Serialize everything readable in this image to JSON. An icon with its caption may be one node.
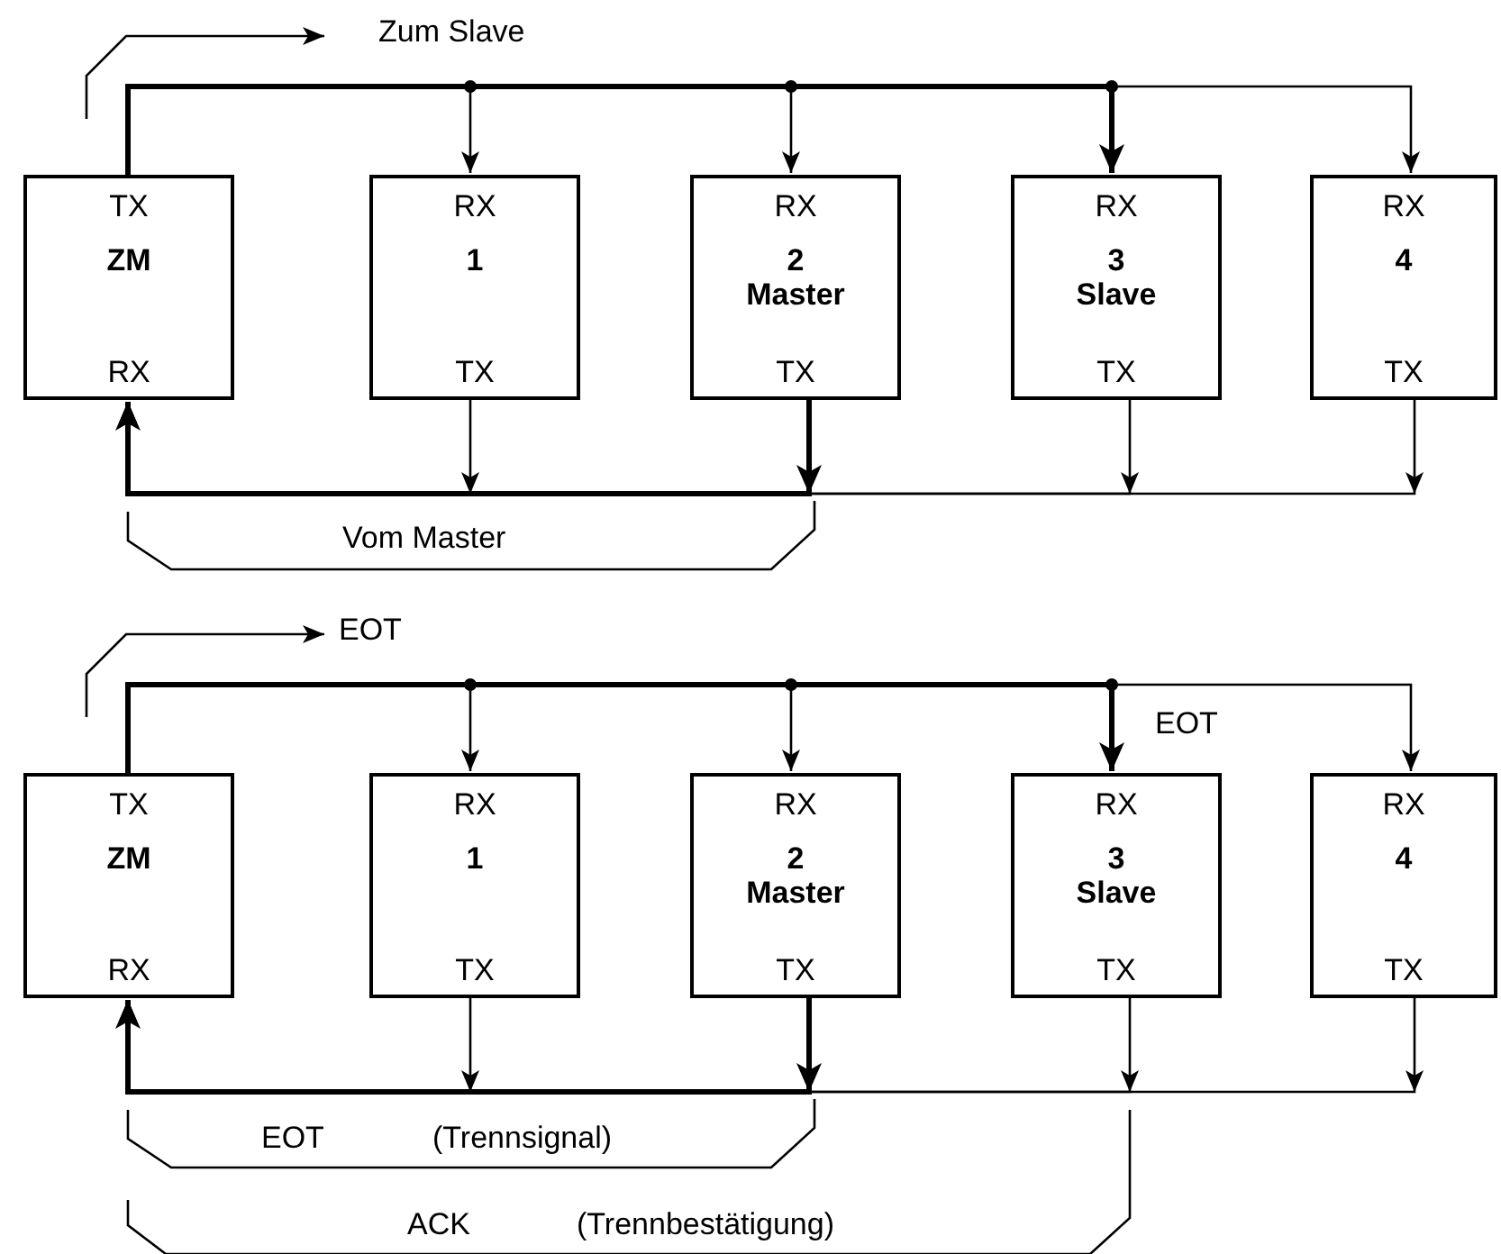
{
  "diagram": {
    "nodes": [
      {
        "text": [
          "TX",
          "ZM",
          "RX"
        ]
      },
      {
        "text": [
          "RX",
          "1",
          "TX"
        ]
      },
      {
        "text": [
          "RX",
          "2 Master",
          "TX"
        ]
      },
      {
        "text": [
          "RX",
          "3 Slave",
          "TX"
        ]
      },
      {
        "text": [
          "RX",
          "4",
          "TX"
        ]
      },
      {
        "text": [
          "TX",
          "ZM",
          "RX"
        ]
      },
      {
        "text": [
          "RX",
          "1",
          "TX"
        ]
      },
      {
        "text": [
          "RX",
          "2 Master",
          "TX"
        ]
      },
      {
        "text": [
          "RX",
          "3 Slave",
          "TX"
        ]
      },
      {
        "text": [
          "RX",
          "4",
          "TX"
        ]
      }
    ],
    "edges": [
      {
        "from": 0,
        "to": 1,
        "arrow": "to"
      },
      {
        "from": 0,
        "to": 2,
        "arrow": "to"
      },
      {
        "from": 0,
        "to": 3,
        "arrow": "to",
        "style": "thick"
      },
      {
        "from": 0,
        "to": 4,
        "arrow": "to"
      },
      {
        "from": 1,
        "to": 0,
        "arrow": "to"
      },
      {
        "from": 2,
        "to": 0,
        "arrow": "to",
        "style": "thick"
      },
      {
        "from": 3,
        "to": 0,
        "arrow": "to"
      },
      {
        "from": 4,
        "to": 0,
        "arrow": "to"
      },
      {
        "from": 5,
        "to": 6,
        "arrow": "to"
      },
      {
        "from": 5,
        "to": 7,
        "arrow": "to"
      },
      {
        "from": 5,
        "to": 8,
        "arrow": "to",
        "style": "thick",
        "label": "EOT"
      },
      {
        "from": 5,
        "to": 9,
        "arrow": "to"
      },
      {
        "from": 6,
        "to": 5,
        "arrow": "to"
      },
      {
        "from": 7,
        "to": 5,
        "arrow": "to",
        "style": "thick"
      },
      {
        "from": 8,
        "to": 5,
        "arrow": "to"
      },
      {
        "from": 9,
        "to": 5,
        "arrow": "to"
      }
    ],
    "labels": [
      "Zum Slave",
      "Vom Master",
      "EOT",
      "EOT",
      "(Trennsignal)",
      "ACK",
      "(Trennbestätigung)"
    ]
  }
}
